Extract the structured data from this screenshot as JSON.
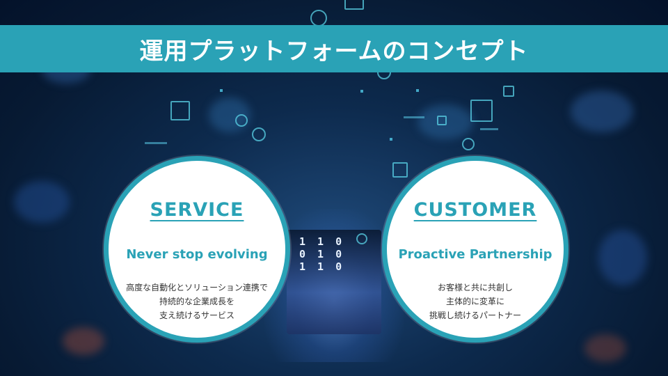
{
  "slide": {
    "title": "運用プラットフォームのコンセプト",
    "accent_color": "#2aa2b6",
    "background_digits": "1 1 0\n0 1 0\n1 1 0"
  },
  "service": {
    "heading": "SERVICE",
    "tagline": "Never stop evolving",
    "lines": [
      "高度な自動化とソリューション連携で",
      "持続的な企業成長を",
      "支え続けるサービス"
    ]
  },
  "customer": {
    "heading": "CUSTOMER",
    "tagline": "Proactive Partnership",
    "lines": [
      "お客様と共に共創し",
      "主体的に変革に",
      "挑戦し続けるパートナー"
    ]
  }
}
